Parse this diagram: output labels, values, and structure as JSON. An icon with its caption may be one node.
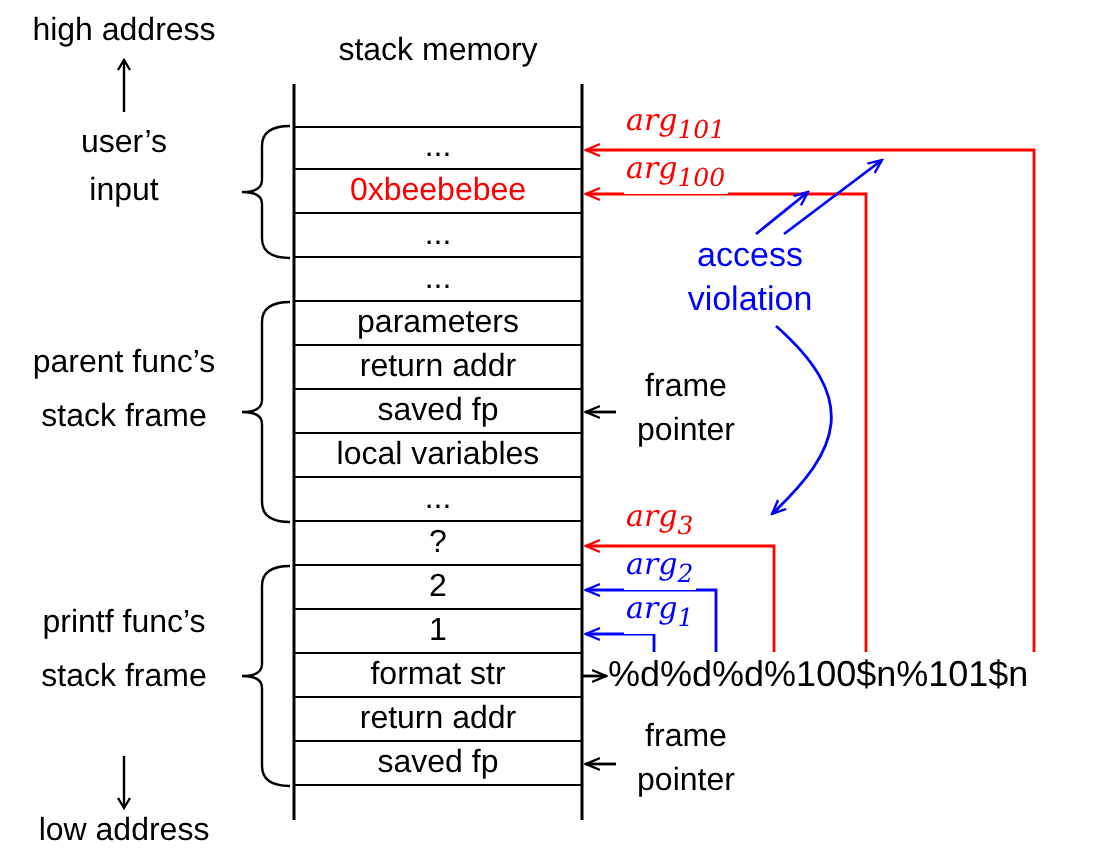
{
  "diagram": {
    "nodes": [
      {
        "text": [
          "..."
        ]
      },
      {
        "text": [
          "0xbeebebee"
        ]
      },
      {
        "text": [
          "..."
        ]
      },
      {
        "text": [
          "..."
        ]
      },
      {
        "text": [
          "parameters"
        ]
      },
      {
        "text": [
          "return addr"
        ]
      },
      {
        "text": [
          "saved fp"
        ]
      },
      {
        "text": [
          "local variables"
        ]
      },
      {
        "text": [
          "..."
        ]
      },
      {
        "text": [
          "?"
        ]
      },
      {
        "text": [
          "2"
        ]
      },
      {
        "text": [
          "1"
        ]
      },
      {
        "text": [
          "format str"
        ]
      },
      {
        "text": [
          "return addr"
        ]
      },
      {
        "text": [
          "saved fp"
        ]
      },
      {
        "text": [
          "%d%d%d%100$n%101$n"
        ]
      },
      {
        "text": [
          "frame pointer"
        ]
      },
      {
        "text": [
          "frame pointer"
        ]
      },
      {
        "text": [
          "access violation"
        ]
      }
    ],
    "edges": [
      {
        "from": 15,
        "to": 0,
        "arrow": "to",
        "label": "arg$_{101}$",
        "color": "#ff0000"
      },
      {
        "from": 15,
        "to": 1,
        "arrow": "to",
        "label": "arg$_{100}$",
        "color": "#ff0000"
      },
      {
        "from": 15,
        "to": 9,
        "arrow": "to",
        "label": "arg$_{3}$",
        "color": "#ff0000"
      },
      {
        "from": 15,
        "to": 10,
        "arrow": "to",
        "label": "arg$_{2}$",
        "color": "#0000ff"
      },
      {
        "from": 15,
        "to": 11,
        "arrow": "to",
        "label": "arg$_{1}$",
        "color": "#0000ff"
      },
      {
        "from": 12,
        "to": 15,
        "arrow": "to",
        "color": "#000000"
      },
      {
        "from": 16,
        "to": 6,
        "arrow": "to",
        "color": "#000000"
      },
      {
        "from": 17,
        "to": 14,
        "arrow": "to",
        "color": "#000000"
      },
      {
        "from": 18,
        "to": null,
        "arrow": "to",
        "color": "#0000ff"
      },
      {
        "from": 18,
        "to": null,
        "arrow": "to",
        "color": "#0000ff"
      },
      {
        "from": 18,
        "to": null,
        "arrow": "to",
        "color": "#0000ff"
      }
    ],
    "labels": [
      "high address",
      "stack memory",
      "user’s input",
      "parent func’s stack frame",
      "printf func’s stack frame",
      "low address"
    ]
  }
}
